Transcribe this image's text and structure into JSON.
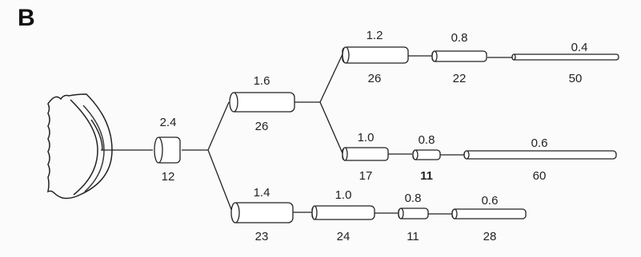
{
  "panel_label": "B",
  "soma": {
    "name": "cell-body"
  },
  "segments": [
    {
      "id": "primary",
      "diameter": "2.4",
      "length": "12"
    },
    {
      "id": "upper-1",
      "diameter": "1.6",
      "length": "26"
    },
    {
      "id": "upper-a-1",
      "diameter": "1.2",
      "length": "26"
    },
    {
      "id": "upper-a-2",
      "diameter": "0.8",
      "length": "22"
    },
    {
      "id": "upper-a-3",
      "diameter": "0.4",
      "length": "50"
    },
    {
      "id": "upper-b-1",
      "diameter": "1.0",
      "length": "17"
    },
    {
      "id": "upper-b-2",
      "diameter": "0.8",
      "length": "11"
    },
    {
      "id": "upper-b-3",
      "diameter": "0.6",
      "length": "60"
    },
    {
      "id": "lower-1",
      "diameter": "1.4",
      "length": "23"
    },
    {
      "id": "lower-2",
      "diameter": "1.0",
      "length": "24"
    },
    {
      "id": "lower-3",
      "diameter": "0.8",
      "length": "11"
    },
    {
      "id": "lower-4",
      "diameter": "0.6",
      "length": "28"
    }
  ]
}
